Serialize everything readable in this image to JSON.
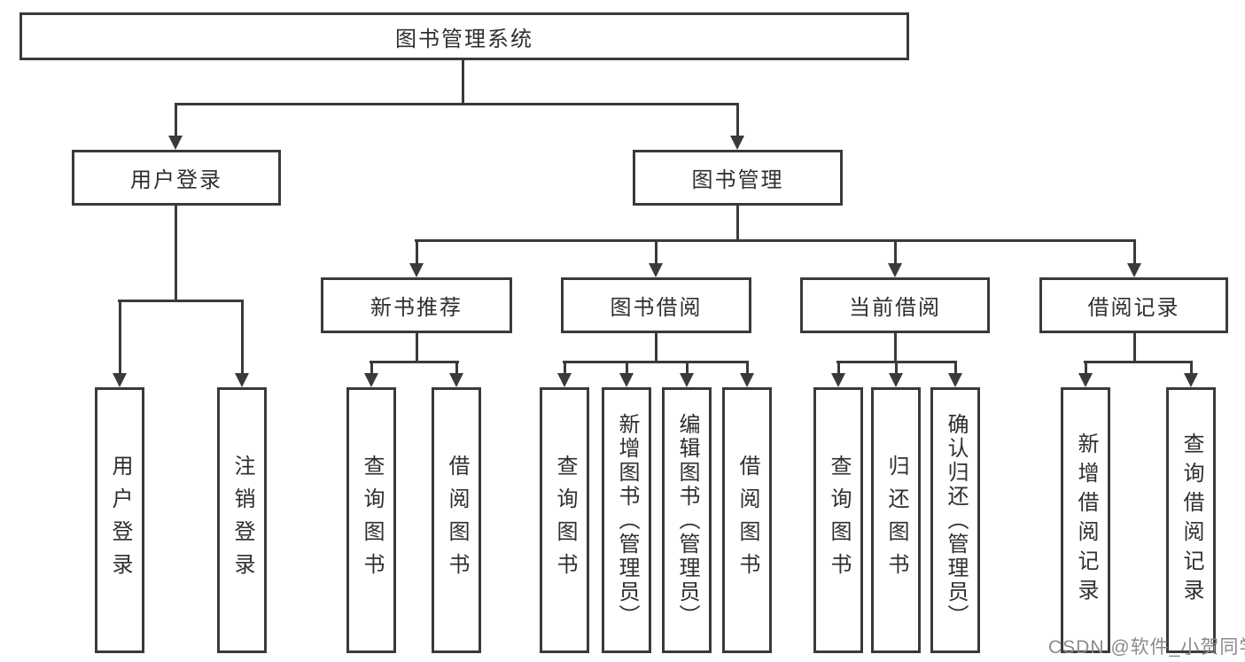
{
  "diagram": {
    "root": "图书管理系统",
    "level2": [
      "用户登录",
      "图书管理"
    ],
    "level3": [
      "新书推荐",
      "图书借阅",
      "当前借阅",
      "借阅记录"
    ],
    "leaves": {
      "user_login": [
        "用户登录",
        "注销登录"
      ],
      "new_book_recommend": [
        "查询图书",
        "借阅图书"
      ],
      "book_borrow": [
        "查询图书",
        "新增图书（管理员）",
        "编辑图书（管理员）",
        "借阅图书"
      ],
      "current_borrow": [
        "查询图书",
        "归还图书",
        "确认归还（管理员）"
      ],
      "borrow_record": [
        "新增借阅记录",
        "查询借阅记录"
      ]
    }
  },
  "watermark": "CSDN @软件_小贺同学",
  "colors": {
    "line": "#3a3a3a",
    "text": "#2f2f2f",
    "watermark": "#8a8a8a",
    "background": "#ffffff"
  }
}
